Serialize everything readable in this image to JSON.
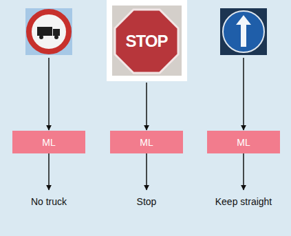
{
  "diagram": {
    "nodes": [
      {
        "text": [
          "ML"
        ]
      },
      {
        "text": [
          "ML"
        ]
      },
      {
        "text": [
          "ML"
        ]
      }
    ],
    "labels": [
      "STOP",
      "No truck",
      "Stop",
      "Keep straight"
    ]
  }
}
